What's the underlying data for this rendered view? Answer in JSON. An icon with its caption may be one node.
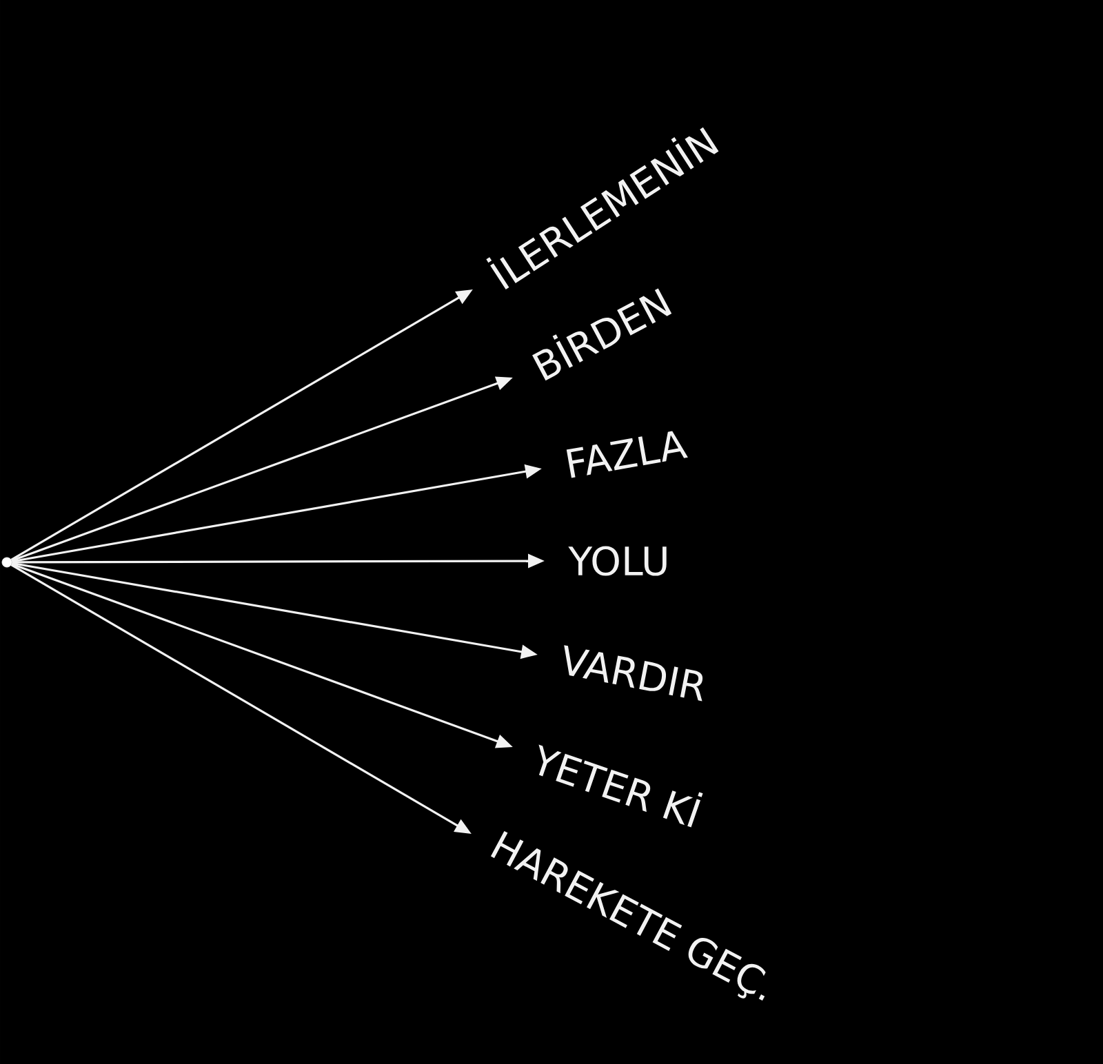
{
  "diagram": {
    "nodes": [
      {
        "text": [],
        "shape": "circle"
      },
      {
        "text": [
          "İLERLEMENİN"
        ]
      },
      {
        "text": [
          "BİRDEN"
        ]
      },
      {
        "text": [
          "FAZLA"
        ]
      },
      {
        "text": [
          "YOLU"
        ]
      },
      {
        "text": [
          "VARDIR"
        ]
      },
      {
        "text": [
          "YETER Kİ"
        ]
      },
      {
        "text": [
          "HAREKETE GEÇ."
        ]
      }
    ],
    "edges": [
      {
        "from": 0,
        "to": 1,
        "arrow": "to"
      },
      {
        "from": 0,
        "to": 2,
        "arrow": "to"
      },
      {
        "from": 0,
        "to": 3,
        "arrow": "to"
      },
      {
        "from": 0,
        "to": 4,
        "arrow": "to"
      },
      {
        "from": 0,
        "to": 5,
        "arrow": "to"
      },
      {
        "from": 0,
        "to": 6,
        "arrow": "to"
      },
      {
        "from": 0,
        "to": 7,
        "arrow": "to"
      }
    ]
  }
}
